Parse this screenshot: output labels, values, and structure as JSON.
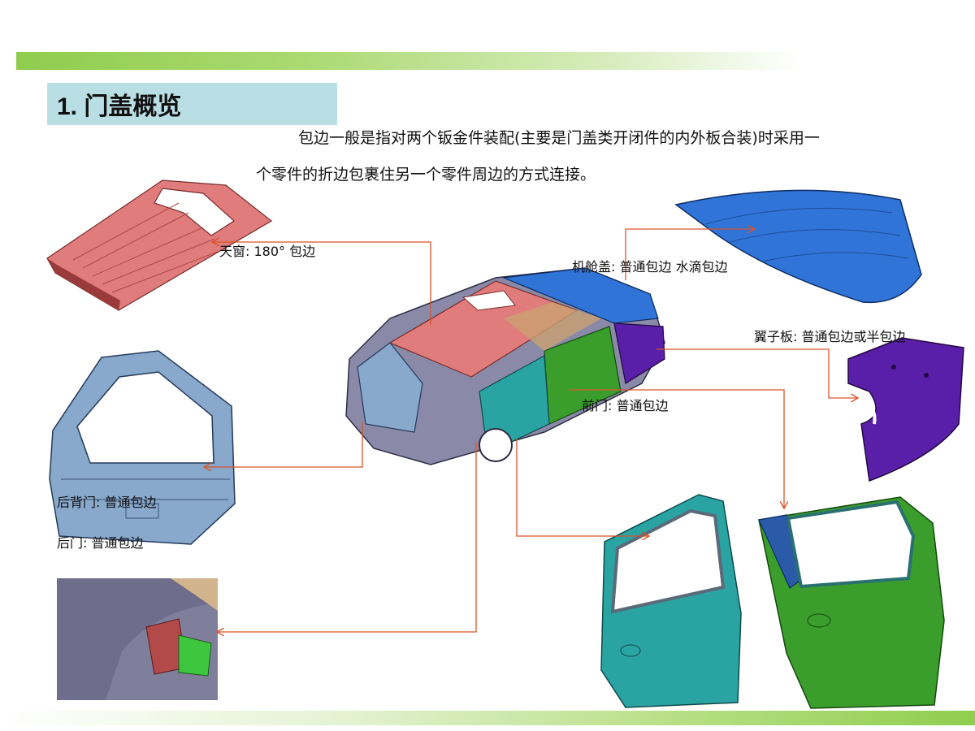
{
  "header": {
    "title": "1. 门盖概览"
  },
  "intro": {
    "line1": "包边一般是指对两个钣金件装配(主要是门盖类开闭件的内外板合装)时采用一",
    "line2": "个零件的折边包裹住另一个零件周边的方式连接。"
  },
  "callouts": {
    "sunroof": "天窗: 180°  包边",
    "hood": "机舱盖: 普通包边  水滴包边",
    "fender": "翼子板: 普通包边或半包边",
    "front_door": "前门: 普通包边",
    "tailgate": "后背门: 普通包边",
    "rear_door": "后门: 普通包边"
  },
  "colors": {
    "accent_green": "#8fcd4e",
    "title_bg": "#b9dfe4",
    "arrow": "#d9532a",
    "roof": "#e07c7c",
    "hood": "#2f74d6",
    "fender": "#5a1fa8",
    "front_door": "#3b9e2c",
    "rear_door": "#2aa3a3",
    "tailgate": "#88a8cc",
    "body": "#8a8aa8"
  }
}
